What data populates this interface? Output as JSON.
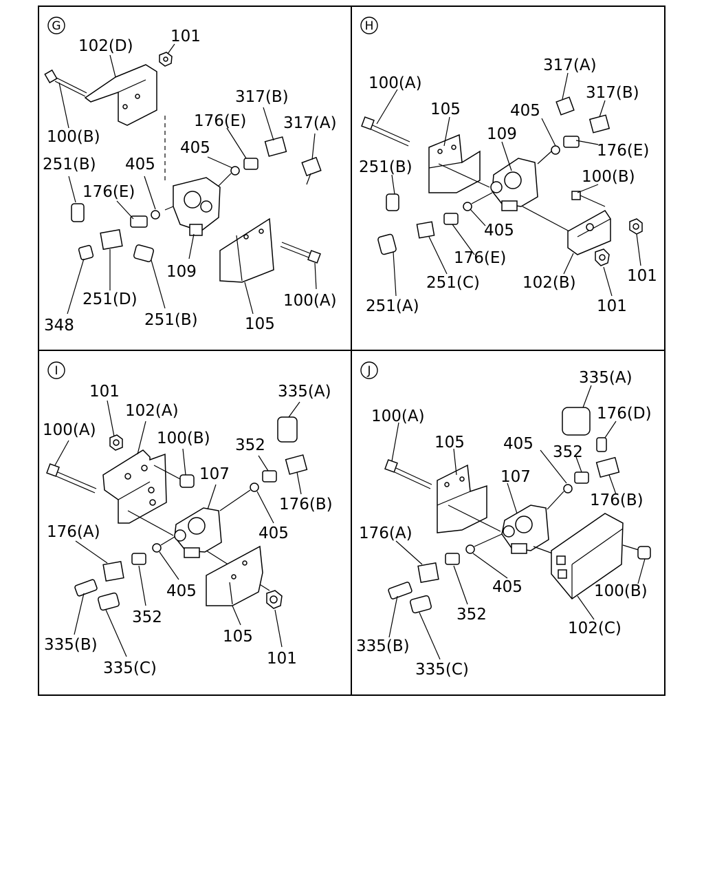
{
  "panels": {
    "G": {
      "id": "G",
      "labels": {
        "l102D": "102(D)",
        "l101": "101",
        "l100B": "100(B)",
        "l317B": "317(B)",
        "l176E_a": "176(E)",
        "l317A": "317(A)",
        "l405_a": "405",
        "l251B_a": "251(B)",
        "l405_b": "405",
        "l176E_b": "176(E)",
        "l109": "109",
        "l251D": "251(D)",
        "l251B_b": "251(B)",
        "l348": "348",
        "l105": "105",
        "l100A": "100(A)"
      }
    },
    "H": {
      "id": "H",
      "labels": {
        "l100A": "100(A)",
        "l317A": "317(A)",
        "l105": "105",
        "l405_a": "405",
        "l317B": "317(B)",
        "l109": "109",
        "l176E_a": "176(E)",
        "l251B": "251(B)",
        "l100B": "100(B)",
        "l405_b": "405",
        "l176E_b": "176(E)",
        "l251C": "251(C)",
        "l102B": "102(B)",
        "l101_a": "101",
        "l251A": "251(A)",
        "l101_b": "101"
      }
    },
    "I": {
      "id": "I",
      "labels": {
        "l101_a": "101",
        "l335A": "335(A)",
        "l102A": "102(A)",
        "l100A": "100(A)",
        "l100B": "100(B)",
        "l352_a": "352",
        "l107": "107",
        "l176B": "176(B)",
        "l405_a": "405",
        "l176A": "176(A)",
        "l405_b": "405",
        "l352_b": "352",
        "l335B": "335(B)",
        "l105": "105",
        "l335C": "335(C)",
        "l101_b": "101"
      }
    },
    "J": {
      "id": "J",
      "labels": {
        "l335A": "335(A)",
        "l176D": "176(D)",
        "l100A": "100(A)",
        "l105": "105",
        "l405_a": "405",
        "l352_a": "352",
        "l107": "107",
        "l176B": "176(B)",
        "l176A": "176(A)",
        "l405_b": "405",
        "l100B": "100(B)",
        "l352_b": "352",
        "l102C": "102(C)",
        "l335B": "335(B)",
        "l335C": "335(C)"
      }
    }
  }
}
